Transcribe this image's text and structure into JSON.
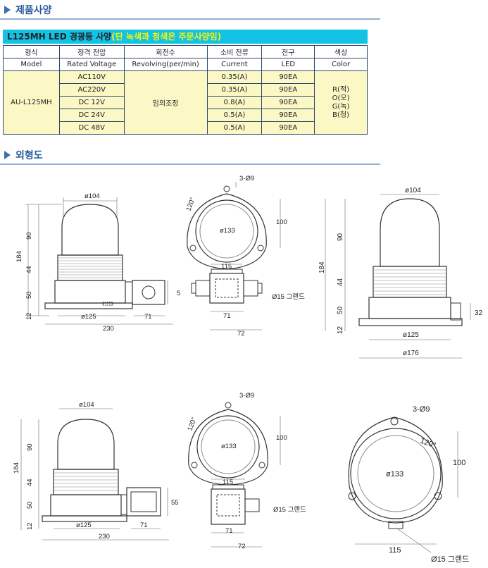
{
  "sections": {
    "spec_heading": "제품사양",
    "outline_heading": "외형도"
  },
  "spec": {
    "title_main": "L125MH LED 경광등 사양",
    "title_note": "(단 녹색과 청색은 주문사양임)",
    "headers": [
      [
        "형식",
        "Model"
      ],
      [
        "정격 전압",
        "Rated Voltage"
      ],
      [
        "회전수",
        "Revolving(per/min)"
      ],
      [
        "소비 전류",
        "Current"
      ],
      [
        "전구",
        "LED"
      ],
      [
        "색상",
        "Color"
      ]
    ],
    "model": "AU-L125MH",
    "revolving": "임의조정",
    "rows": [
      {
        "voltage": "AC110V",
        "current": "0.35(A)",
        "led": "90EA"
      },
      {
        "voltage": "AC220V",
        "current": "0.35(A)",
        "led": "90EA"
      },
      {
        "voltage": "DC 12V",
        "current": "0.8(A)",
        "led": "90EA"
      },
      {
        "voltage": "DC 24V",
        "current": "0.5(A)",
        "led": "90EA"
      },
      {
        "voltage": "DC 48V",
        "current": "0.5(A)",
        "led": "90EA"
      }
    ],
    "colors": [
      "R(적)",
      "O(오)",
      "G(녹)",
      "B(청)"
    ]
  },
  "dims": {
    "d104": "ø104",
    "d125": "ø125",
    "d133": "ø133",
    "d176": "ø176",
    "h184": "184",
    "h90": "90",
    "h44": "44",
    "h50": "50",
    "h12": "12",
    "w230": "230",
    "w71": "71",
    "w72": "72",
    "w115": "115",
    "h100": "100",
    "h5": "5",
    "h32": "32",
    "h55": "55",
    "holes": "3-Ø9",
    "angle": "120°",
    "gland": "Ø15 그랜드"
  }
}
